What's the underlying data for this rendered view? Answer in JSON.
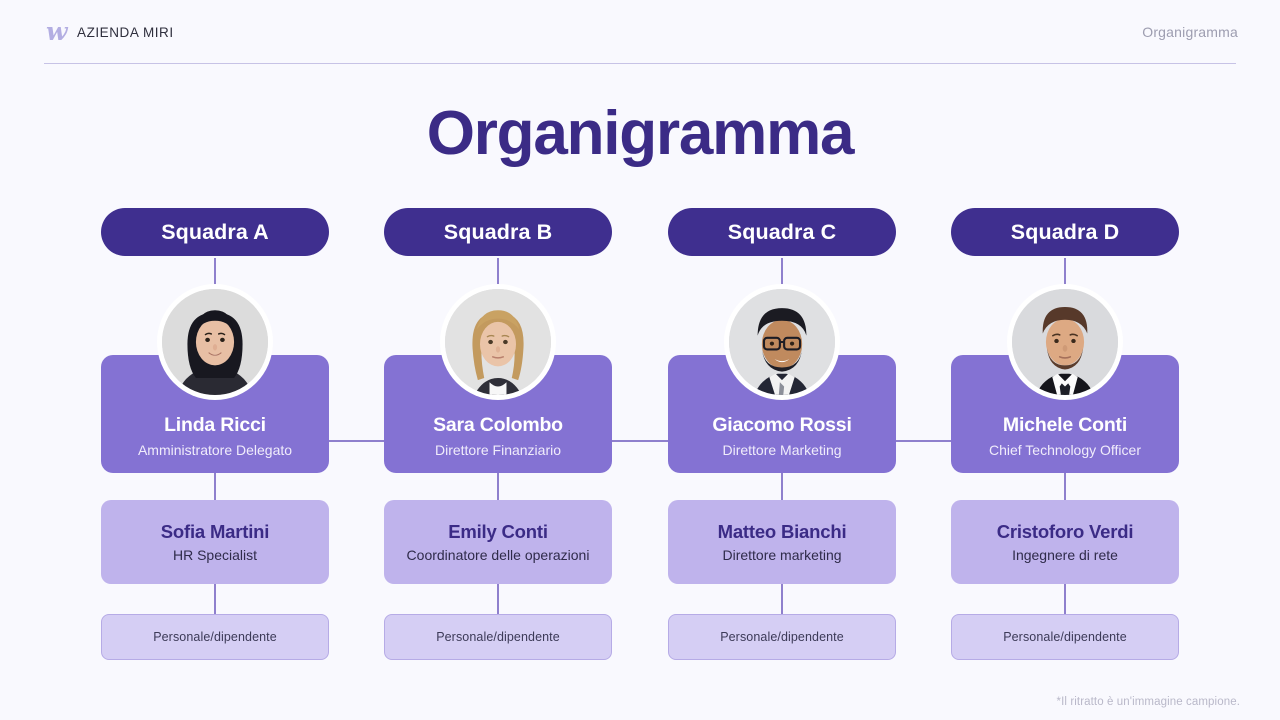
{
  "header": {
    "logo_icon": "brand-w-icon",
    "brand_name": "AZIENDA MIRI",
    "right_label": "Organigramma"
  },
  "title": "Organigramma",
  "footnote": "*Il ritratto è un'immagine campione.",
  "colors": {
    "background": "#f9f9fe",
    "title": "#3b2b86",
    "pill": "#3f2f8f",
    "leader_card": "#8472d3",
    "manager_card": "#bfb3ec",
    "staff_card": "#d5cef4",
    "connector": "#8f80cd",
    "muted_text": "#9d9db0"
  },
  "columns": [
    {
      "team": "Squadra A",
      "avatar": "portrait-woman-dark-bob",
      "leader_name": "Linda Ricci",
      "leader_role": "Amministratore Delegato",
      "manager_name": "Sofia Martini",
      "manager_role": "HR Specialist",
      "staff_label": "Personale/dipendente"
    },
    {
      "team": "Squadra B",
      "avatar": "portrait-woman-blonde",
      "leader_name": "Sara Colombo",
      "leader_role": "Direttore Finanziario",
      "manager_name": "Emily Conti",
      "manager_role": "Coordinatore delle operazioni",
      "staff_label": "Personale/dipendente"
    },
    {
      "team": "Squadra C",
      "avatar": "portrait-man-glasses-beard",
      "leader_name": "Giacomo Rossi",
      "leader_role": "Direttore Marketing",
      "manager_name": "Matteo Bianchi",
      "manager_role": "Direttore marketing",
      "staff_label": "Personale/dipendente"
    },
    {
      "team": "Squadra D",
      "avatar": "portrait-man-brown-hair-beard",
      "leader_name": "Michele Conti",
      "leader_role": "Chief Technology Officer",
      "manager_name": "Cristoforo Verdi",
      "manager_role": "Ingegnere di rete",
      "staff_label": "Personale/dipendente"
    }
  ]
}
